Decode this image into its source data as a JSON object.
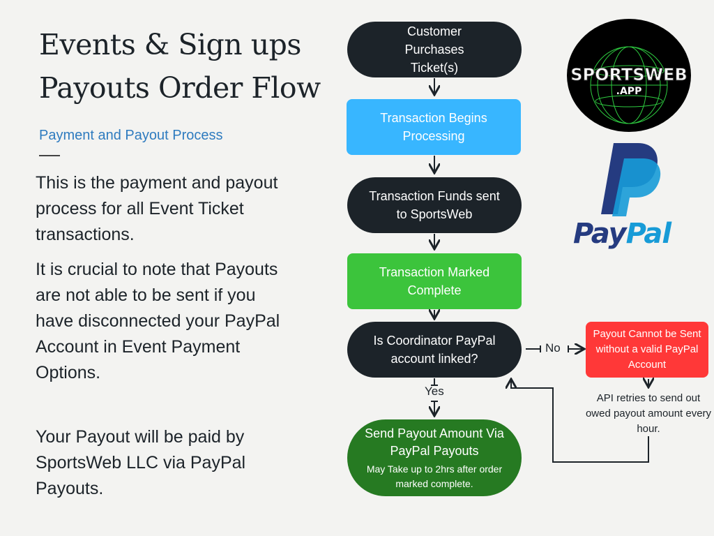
{
  "title": [
    "Events & Sign ups",
    "Payouts Order Flow"
  ],
  "subtitle": "Payment and Payout Process",
  "paragraphs": [
    "This is the payment and payout process for all Event Ticket transactions.",
    "It is crucial to note that Payouts are not able to be sent if you have disconnected your PayPal Account in Event Payment Options.",
    "Your Payout will be paid by SportsWeb LLC via PayPal Payouts."
  ],
  "flow": {
    "step1": "Customer Purchases Ticket(s)",
    "step2": "Transaction Begins Processing",
    "step3": "Transaction Funds sent to SportsWeb",
    "step4": "Transaction Marked Complete",
    "decision": "Is Coordinator PayPal account linked?",
    "yes_label": "Yes",
    "no_label": "No",
    "success_title": "Send Payout Amount Via PayPal Payouts",
    "success_note": "May Take up to 2hrs after order marked complete.",
    "failure": "Payout Cannot be Sent without a valid PayPal Account",
    "retry_note": "API retries to send out owed payout amount every hour."
  },
  "logos": {
    "sportsweb": "SportsWeb .APP",
    "paypal": "PayPal"
  },
  "colors": {
    "dark": "#1c2329",
    "blue": "#38b6ff",
    "green": "#3cc43c",
    "dark_green": "#267a22",
    "red": "#ff3838",
    "accent": "#2e7bbf"
  }
}
